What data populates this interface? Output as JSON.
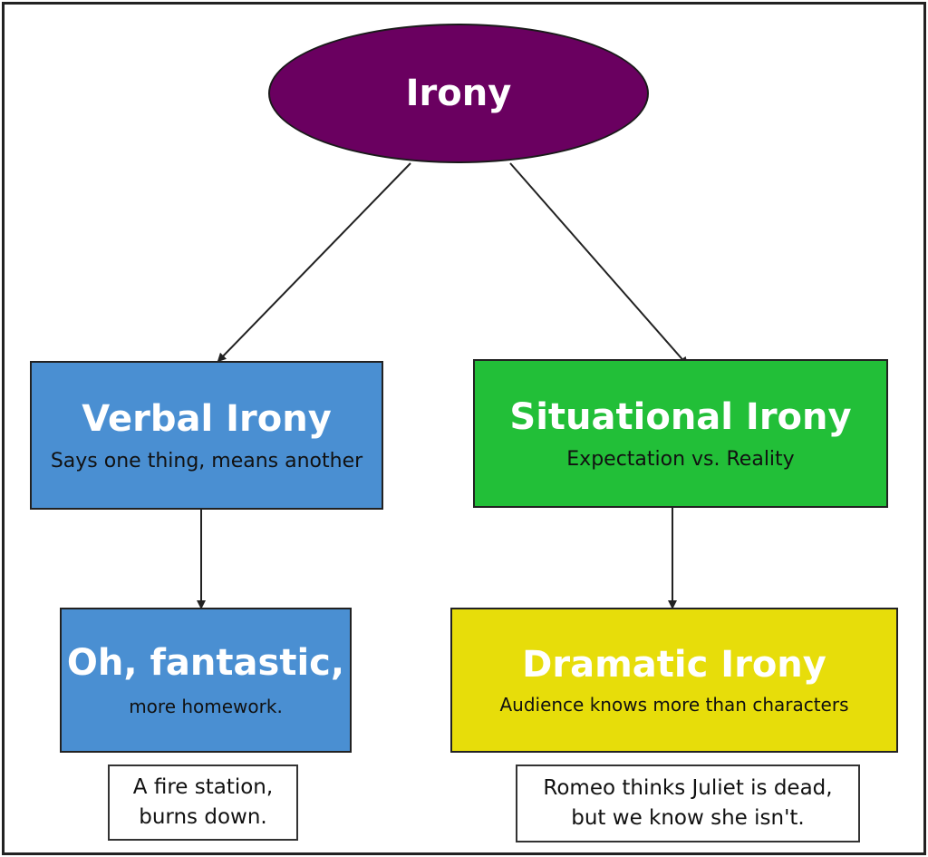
{
  "root": {
    "label": "Irony"
  },
  "verbal": {
    "title": "Verbal Irony",
    "subtitle": "Says one thing, means another"
  },
  "situational": {
    "title": "Situational Irony",
    "subtitle": "Expectation vs. Reality"
  },
  "verbal_example": {
    "title": "Oh, fantastic,",
    "subtitle": "more homework."
  },
  "dramatic": {
    "title": "Dramatic Irony",
    "subtitle": "Audience knows more than characters"
  },
  "notes": {
    "left": {
      "line1": "A fire station,",
      "line2": "burns down."
    },
    "right": {
      "line1": "Romeo thinks Juliet is dead,",
      "line2": "but we know she isn't."
    }
  },
  "colors": {
    "root": "#6a0060",
    "verbal": "#4a8fd2",
    "situational": "#22bf38",
    "dramatic": "#e7dd0a"
  }
}
